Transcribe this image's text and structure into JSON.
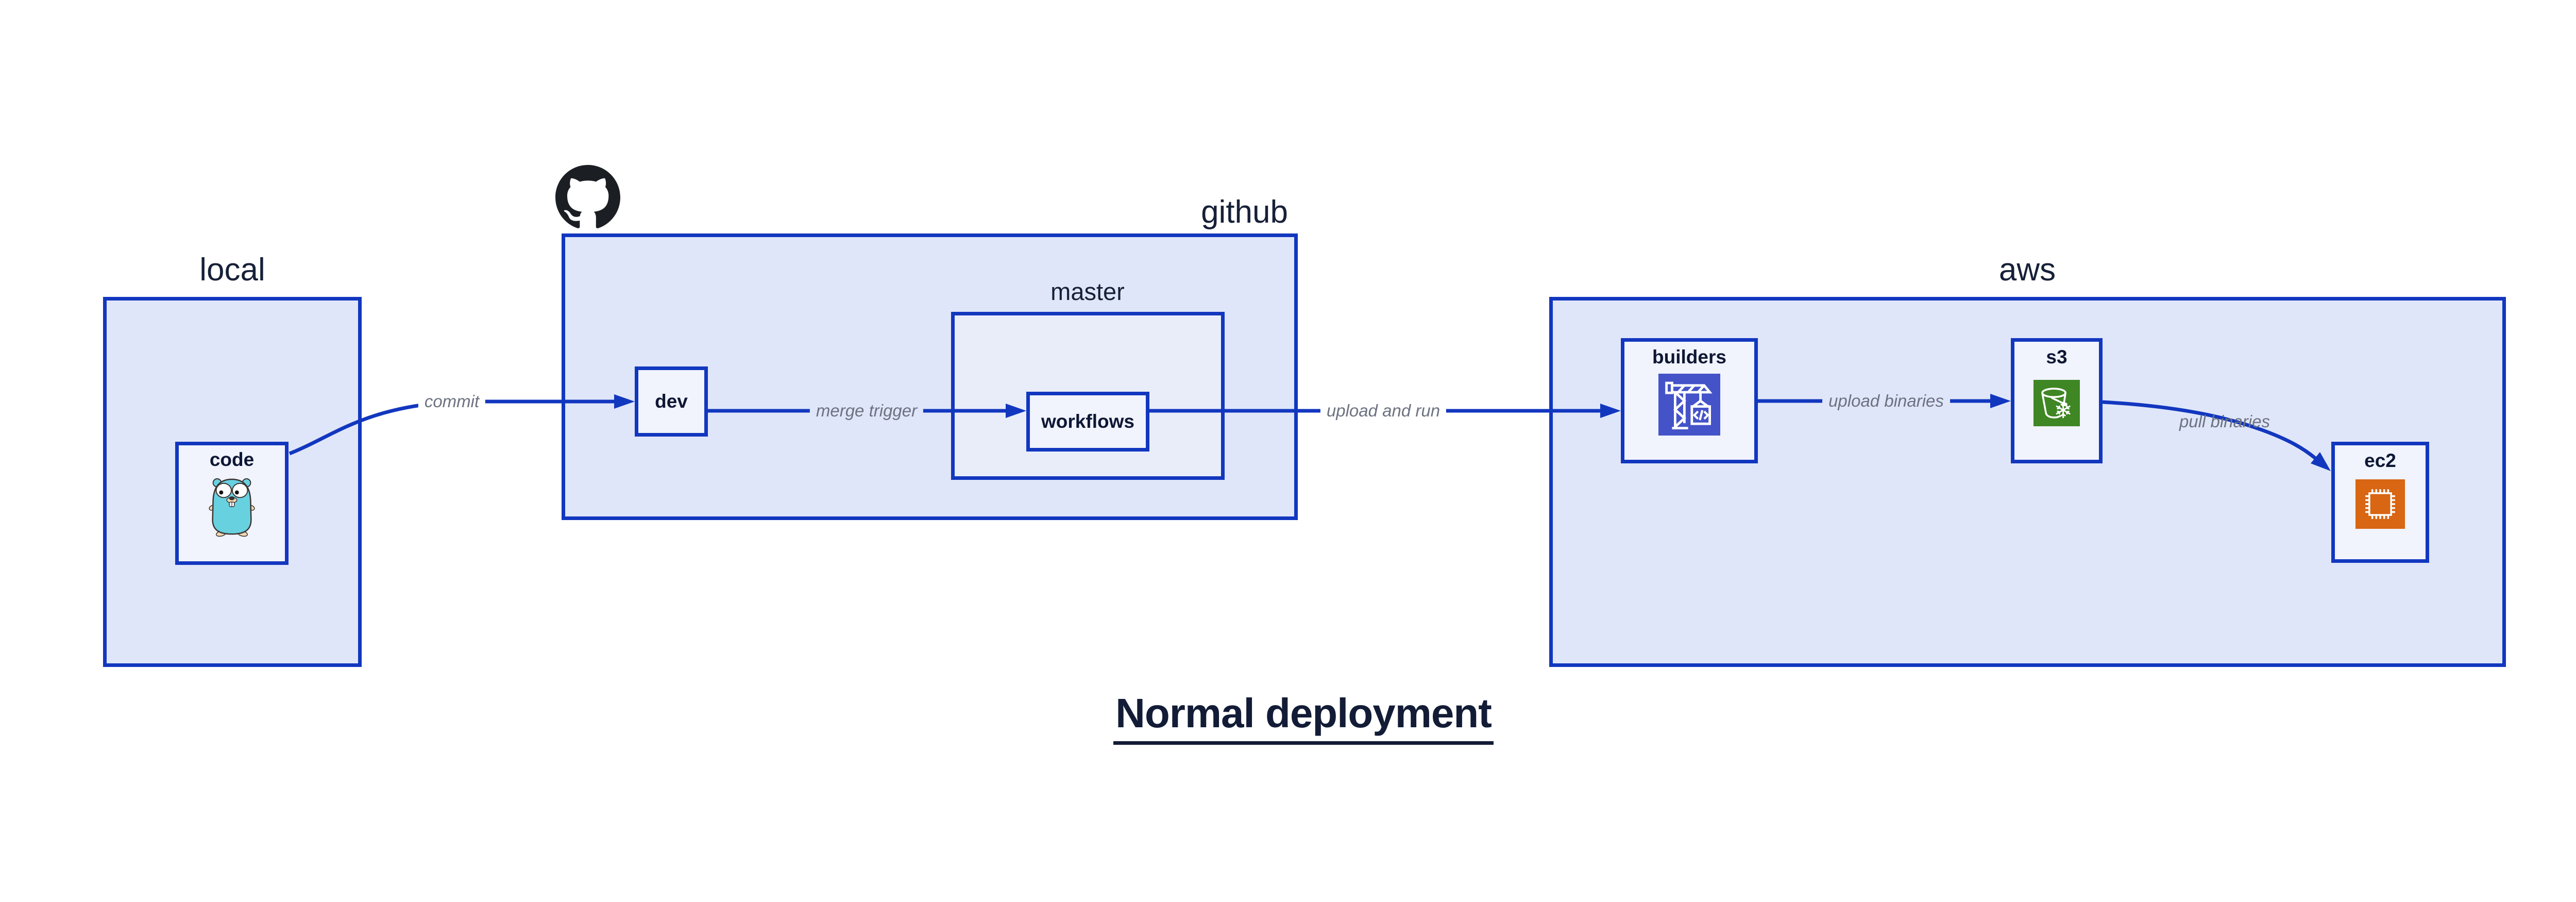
{
  "diagram_title": "Normal deployment",
  "containers": {
    "local": {
      "label": "local"
    },
    "github": {
      "label": "github",
      "badge_icon": "github-octocat"
    },
    "master": {
      "label": "master"
    },
    "aws": {
      "label": "aws"
    }
  },
  "nodes": {
    "code": {
      "label": "code",
      "icon": "go-gopher"
    },
    "dev": {
      "label": "dev"
    },
    "workflows": {
      "label": "workflows"
    },
    "builders": {
      "label": "builders",
      "icon": "aws-codebuild-crane",
      "icon_glyph": "</>"
    },
    "s3": {
      "label": "s3",
      "icon": "aws-s3-glacier-bucket-snowflake"
    },
    "ec2": {
      "label": "ec2",
      "icon": "aws-ec2-chip"
    }
  },
  "edges": {
    "commit": {
      "label": "commit",
      "from": "local.code",
      "to": "github.dev"
    },
    "merge_trigger": {
      "label": "merge trigger",
      "from": "github.dev",
      "to": "github.master.workflows"
    },
    "upload_and_run": {
      "label": "upload and run",
      "from": "github.master",
      "to": "aws.builders"
    },
    "upload_binaries": {
      "label": "upload binaries",
      "from": "aws.builders",
      "to": "aws.s3"
    },
    "pull_binaries": {
      "label": "pull binaries",
      "from": "aws.s3",
      "to": "aws.ec2"
    }
  },
  "colors": {
    "border_and_arrow_blue": "#1237bf",
    "container_fill": "#e0e6f9",
    "master_fill": "#e9edfa",
    "node_fill": "#f1f3fd",
    "node_label_navy": "#0e1734",
    "edge_label_gray": "#6c7280",
    "title_navy": "#131c36",
    "github_black": "#1b1f23",
    "gopher_teal": "#68d1e0",
    "codebuild_indigo": "#4453c8",
    "s3_glacier_green": "#3f8624",
    "ec2_orange": "#d86613",
    "page_background": "#ffffff"
  }
}
